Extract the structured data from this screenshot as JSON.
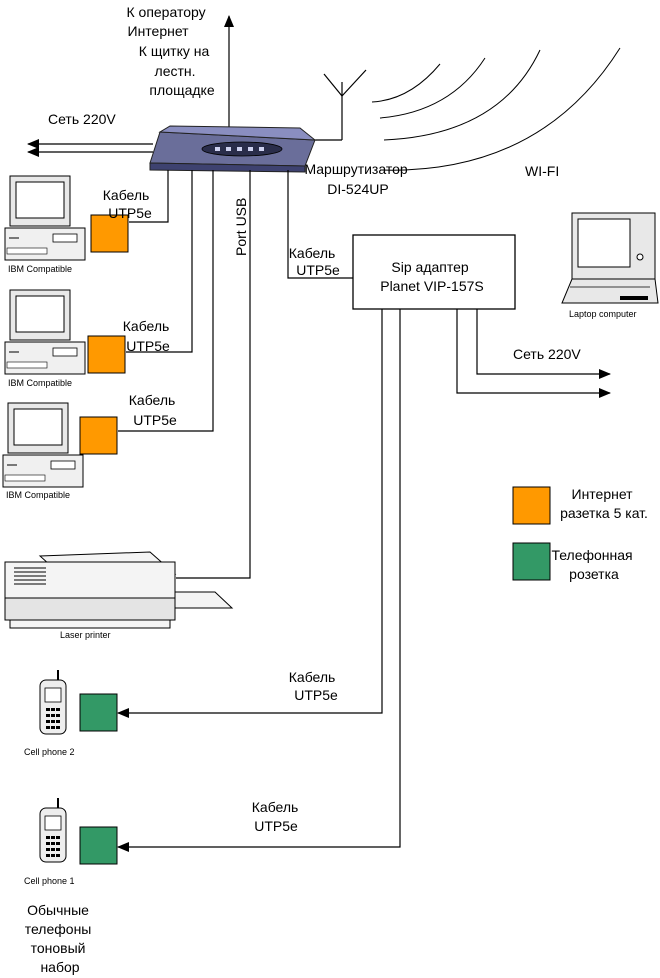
{
  "labels": {
    "operator": [
      "К оператору",
      "Интернет",
      "К щитку на",
      "лестн.",
      "площадке"
    ],
    "power_left": "Сеть 220V",
    "router": [
      "Маршрутизатор",
      "DI-524UP"
    ],
    "wifi": "WI-FI",
    "port_usb": "Port USB",
    "cable1": [
      "Кабель",
      "UTP5e"
    ],
    "cable2": [
      "Кабель",
      "UTP5e"
    ],
    "cable3": [
      "Кабель",
      "UTP5e"
    ],
    "cable_sip": [
      "Кабель",
      "UTP5e"
    ],
    "cable_phone2": [
      "Кабель",
      "UTP5e"
    ],
    "cable_phone1": [
      "Кабель",
      "UTP5e"
    ],
    "sip": [
      "Sip адаптер",
      "Planet VIP-157S"
    ],
    "power_right": "Сеть 220V",
    "laptop": "Laptop computer",
    "pc1": "IBM Compatible",
    "pc2": "IBM Compatible",
    "pc3": "IBM Compatible",
    "printer": "Laser printer",
    "phone2": "Cell phone 2",
    "phone1": "Cell phone 1",
    "phones_note": [
      "Обычные",
      "телефоны",
      "тоновый",
      "набор"
    ]
  },
  "legend": [
    {
      "color": "#ff9900",
      "lines": [
        "Интернет",
        "разетка 5 кат."
      ]
    },
    {
      "color": "#339966",
      "lines": [
        "Телефонная",
        "розетка"
      ]
    }
  ],
  "colors": {
    "internet_socket": "#ff9900",
    "phone_socket": "#339966",
    "router": "#5a5e8c"
  }
}
